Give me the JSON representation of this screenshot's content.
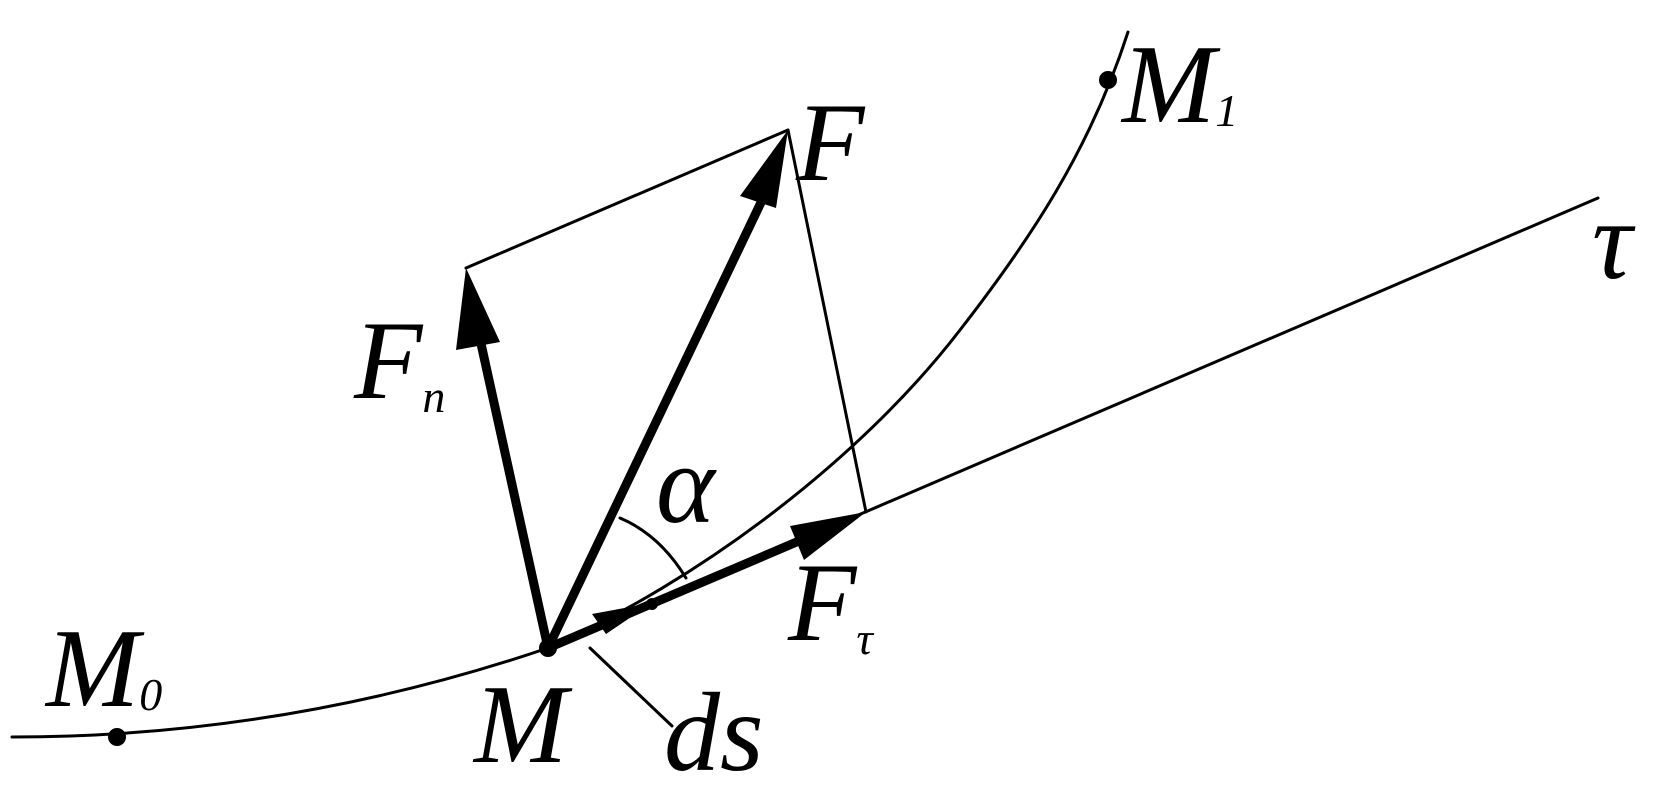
{
  "labels": {
    "point_start": {
      "main": "M",
      "sub": "0"
    },
    "point_end": {
      "main": "M",
      "sub": "1"
    },
    "point_current": {
      "main": "M"
    },
    "force": {
      "main": "F"
    },
    "force_normal": {
      "main": "F",
      "sub": "n"
    },
    "force_tangent": {
      "main": "F",
      "sub": "τ"
    },
    "tangent_axis": {
      "main": "τ"
    },
    "angle": {
      "main": "α"
    },
    "arc_element": {
      "main": "ds"
    }
  },
  "colors": {
    "ink": "#000000",
    "background": "#ffffff"
  }
}
